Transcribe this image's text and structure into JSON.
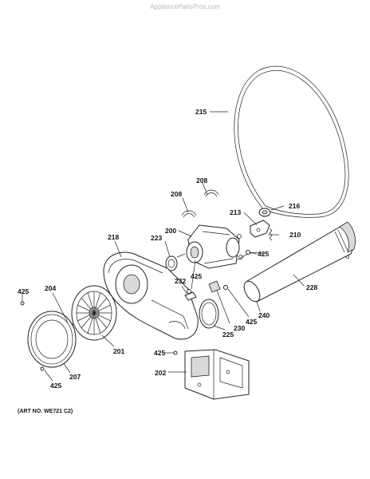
{
  "watermark": "AppliancePartsPros.com",
  "art_number": "(ART NO. WE721 C2)",
  "callouts": {
    "c215": "215",
    "c208a": "208",
    "c208b": "208",
    "c216": "216",
    "c213": "213",
    "c210": "210",
    "c200": "200",
    "c218": "218",
    "c223": "223",
    "c425a": "425",
    "c228": "228",
    "c425b": "425",
    "c232": "232",
    "c204": "204",
    "c425c": "425",
    "c240": "240",
    "c425d": "425",
    "c230": "230",
    "c225": "225",
    "c201": "201",
    "c425e": "425",
    "c202": "202",
    "c207": "207",
    "c425f": "425"
  }
}
